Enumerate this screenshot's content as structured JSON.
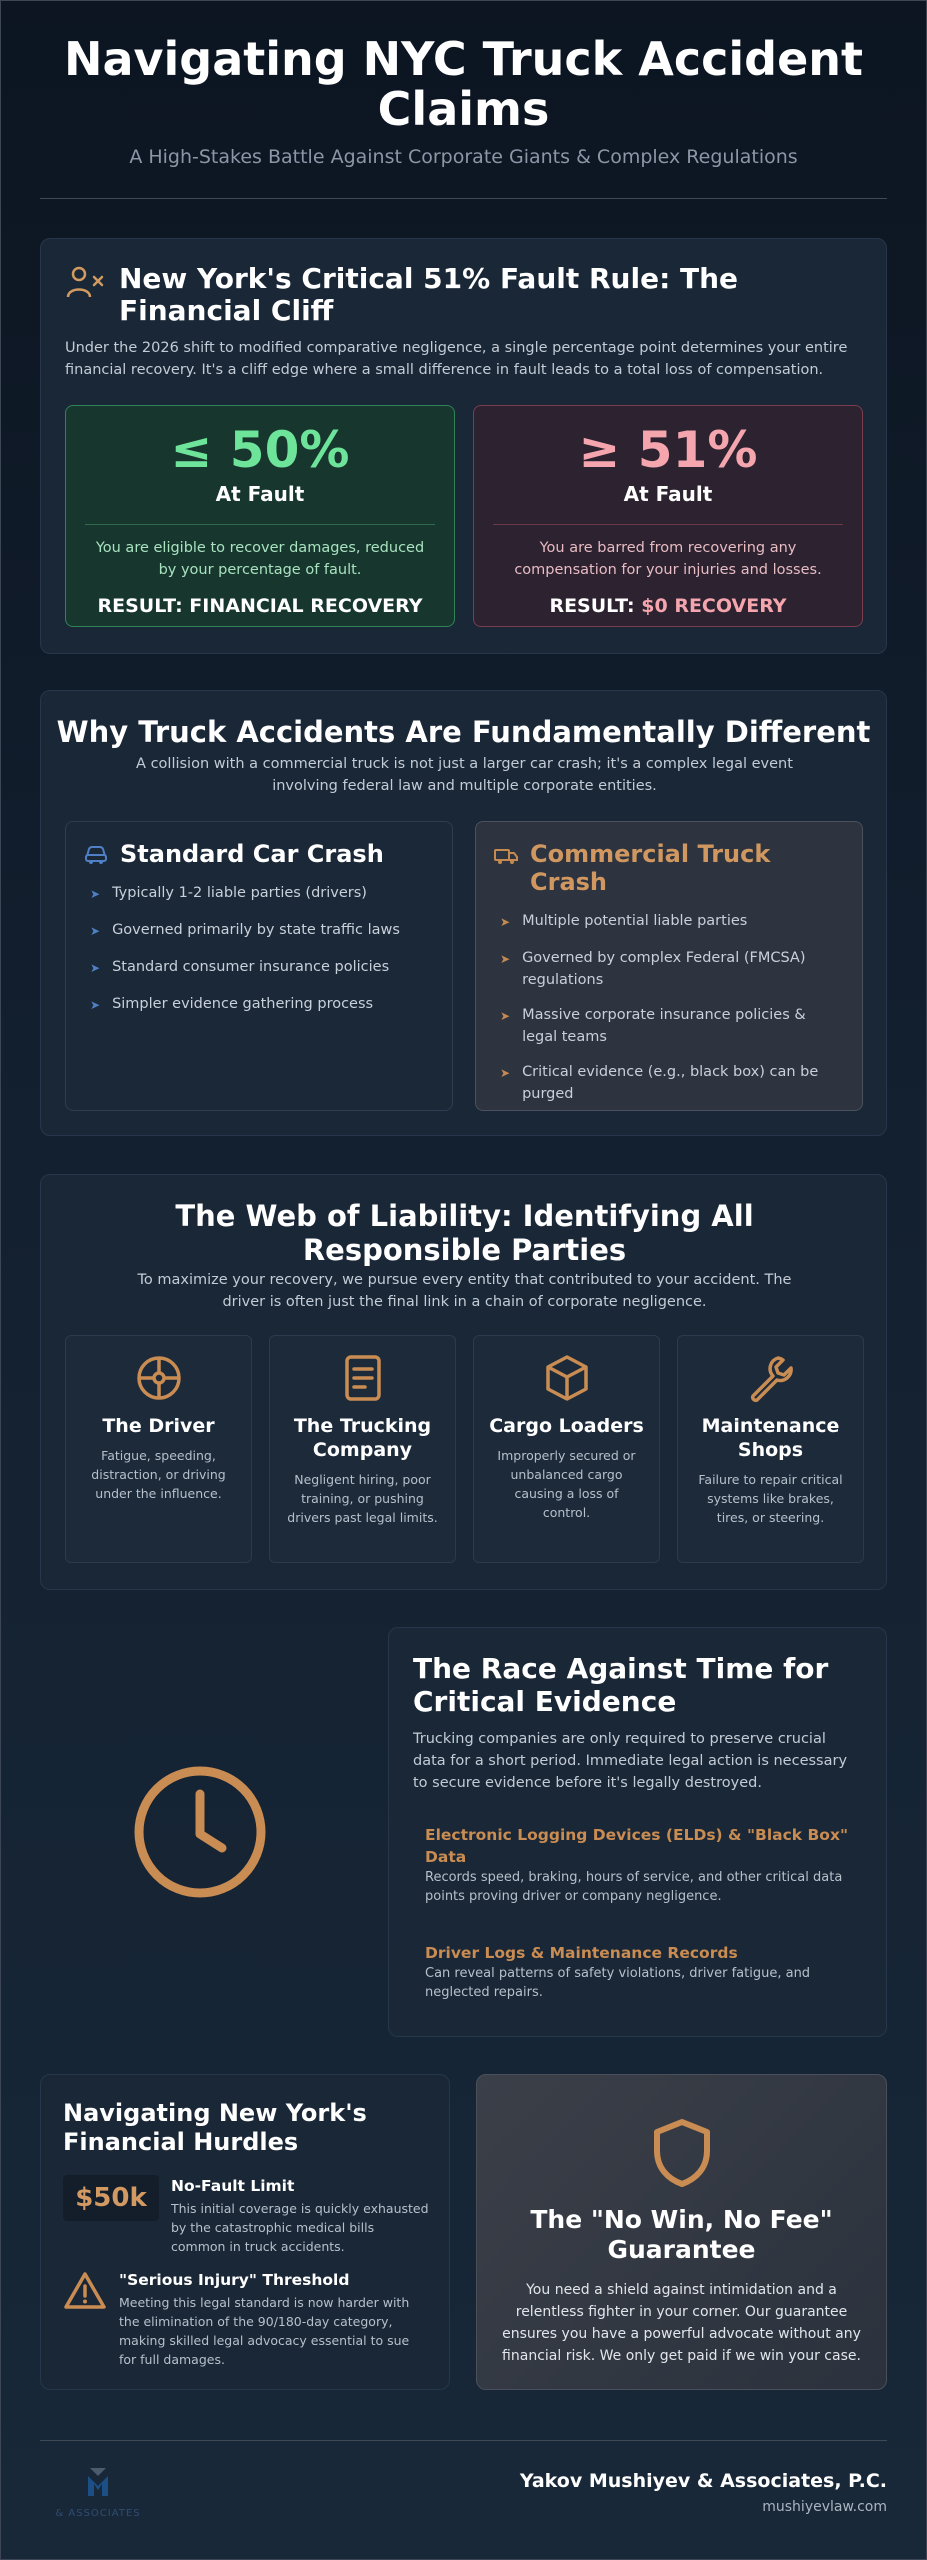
{
  "header": {
    "title": "Navigating NYC Truck Accident Claims",
    "subtitle": "A High-Stakes Battle Against Corporate Giants & Complex Regulations"
  },
  "fault_rule": {
    "icon": "user-x-icon",
    "title": "New York's Critical 51% Fault Rule: The Financial Cliff",
    "description": "Under the 2026 shift to modified comparative negligence, a single percentage point determines your entire financial recovery. It's a cliff edge where a small difference in fault leads to a total loss of compensation.",
    "recover": {
      "value": "≤ 50%",
      "label": "At Fault",
      "text": "You are eligible to recover damages, reduced by your percentage of fault.",
      "result": "RESULT: FINANCIAL RECOVERY",
      "color": "#6ee49a"
    },
    "barred": {
      "value": "≥ 51%",
      "label": "At Fault",
      "text": "You are barred from recovering any compensation for your injuries and losses.",
      "result_prefix": "RESULT: ",
      "result_highlight": "$0 RECOVERY",
      "color": "#f4a5ae"
    }
  },
  "difference": {
    "title": "Why Truck Accidents Are Fundamentally Different",
    "description": "A collision with a commercial truck is not just a larger car crash; it's a complex legal event involving federal law and multiple corporate entities.",
    "car": {
      "icon": "car-icon",
      "title": "Standard Car Crash",
      "items": [
        "Typically 1-2 liable parties (drivers)",
        "Governed primarily by state traffic laws",
        "Standard consumer insurance policies",
        "Simpler evidence gathering process"
      ]
    },
    "truck": {
      "icon": "truck-icon",
      "title": "Commercial Truck Crash",
      "items": [
        "Multiple potential liable parties",
        "Governed by complex Federal (FMCSA) regulations",
        "Massive corporate insurance policies & legal teams",
        "Critical evidence (e.g., black box) can be purged"
      ]
    }
  },
  "liability": {
    "title": "The Web of Liability: Identifying All Responsible Parties",
    "description": "To maximize your recovery, we pursue every entity that contributed to your accident. The driver is often just the final link in a chain of corporate negligence.",
    "parties": [
      {
        "icon": "steering-wheel-icon",
        "title": "The Driver",
        "text": "Fatigue, speeding, distraction, or driving under the influence."
      },
      {
        "icon": "document-icon",
        "title": "The Trucking Company",
        "text": "Negligent hiring, poor training, or pushing drivers past legal limits."
      },
      {
        "icon": "cargo-box-icon",
        "title": "Cargo Loaders",
        "text": "Improperly secured or unbalanced cargo causing a loss of control."
      },
      {
        "icon": "wrench-icon",
        "title": "Maintenance Shops",
        "text": "Failure to repair critical systems like brakes, tires, or steering."
      }
    ],
    "accent": "#c98c52"
  },
  "evidence": {
    "icon": "clock-icon",
    "title": "The Race Against Time for Critical Evidence",
    "description": "Trucking companies are only required to preserve crucial data for a short period. Immediate legal action is necessary to secure evidence before it's legally destroyed.",
    "items": [
      {
        "title": "Electronic Logging Devices (ELDs) & \"Black Box\" Data",
        "text": "Records speed, braking, hours of service, and other critical data points proving driver or company negligence."
      },
      {
        "title": "Driver Logs & Maintenance Records",
        "text": "Can reveal patterns of safety violations, driver fatigue, and neglected repairs."
      }
    ]
  },
  "hurdles": {
    "title": "Navigating New York's Financial Hurdles",
    "no_fault": {
      "badge": "$50k",
      "title": "No-Fault Limit",
      "text": "This initial coverage is quickly exhausted by the catastrophic medical bills common in truck accidents."
    },
    "serious_injury": {
      "icon": "warning-icon",
      "title": "\"Serious Injury\" Threshold",
      "text": "Meeting this legal standard is now harder with the elimination of the 90/180-day category, making skilled legal advocacy essential to sue for full damages."
    }
  },
  "guarantee": {
    "icon": "shield-icon",
    "title": "The \"No Win, No Fee\" Guarantee",
    "text": "You need a shield against intimidation and a relentless fighter in your corner. Our guarantee ensures you have a powerful advocate without any financial risk. We only get paid if we win your case."
  },
  "footer": {
    "logo_text": "& ASSOCIATES",
    "firm": "Yakov Mushiyev & Associates, P.C.",
    "site": "mushiyevlaw.com"
  }
}
